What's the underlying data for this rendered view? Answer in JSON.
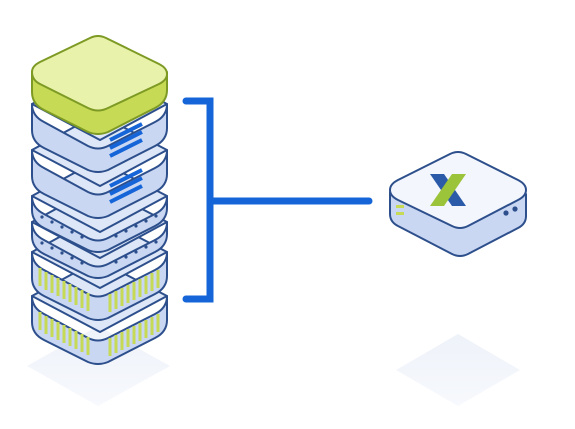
{
  "diagram": {
    "server_rack": {
      "units": [
        {
          "kind": "cap",
          "name": "top-cap"
        },
        {
          "kind": "bars",
          "name": "storage-unit-1"
        },
        {
          "kind": "bars",
          "name": "storage-unit-2"
        },
        {
          "kind": "dots",
          "name": "network-unit-1"
        },
        {
          "kind": "dots",
          "name": "network-unit-2"
        },
        {
          "kind": "stripes",
          "name": "drive-bay-unit-1"
        },
        {
          "kind": "stripes",
          "name": "drive-bay-unit-2"
        }
      ]
    },
    "appliance": {
      "icon": "x-logo-icon"
    },
    "connector": {
      "style": "bracket-line"
    }
  },
  "colors": {
    "outline": "#2d4f8c",
    "face_light": "#e8effc",
    "face_mid": "#c9d7f3",
    "face_dark": "#a9bde6",
    "accent_blue": "#1565d8",
    "lime": "#c6da55",
    "lime_light": "#e9f2aa",
    "shadow": "#eef1f8",
    "logo_green": "#9cc43a",
    "logo_blue": "#2b5aa8"
  }
}
